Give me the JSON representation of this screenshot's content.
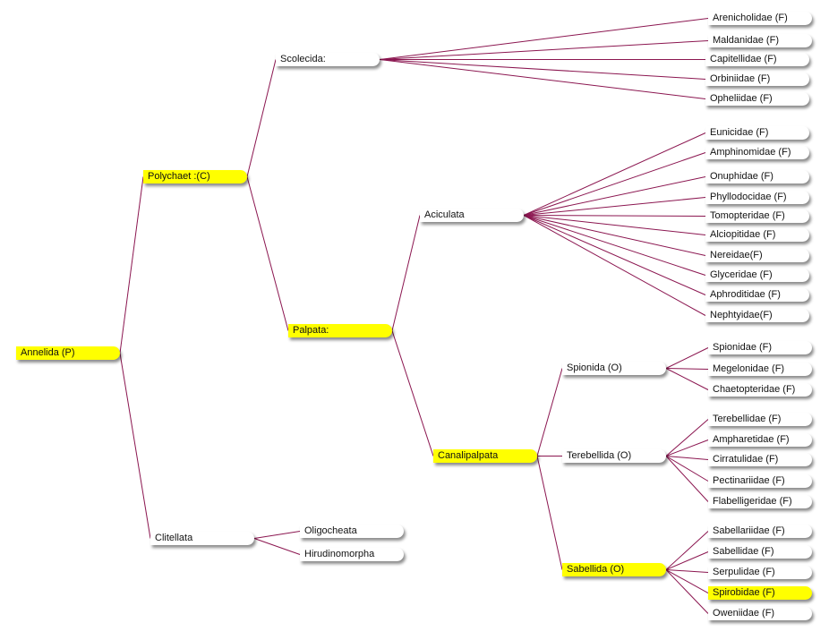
{
  "colors": {
    "node": "#ffffff",
    "highlight": "#ffff00",
    "edge": "#8b1650"
  },
  "tree": {
    "label": "Annelida (P)",
    "highlight": true,
    "children": [
      {
        "label": "Polychaet :(C)",
        "highlight": true,
        "children": [
          {
            "label": "Scolecida:",
            "children": [
              {
                "label": "Arenicholidae (F)"
              },
              {
                "label": "Maldanidae (F)"
              },
              {
                "label": "Capitellidae (F)"
              },
              {
                "label": "Orbiniidae (F)"
              },
              {
                "label": "Opheliidae (F)"
              }
            ]
          },
          {
            "label": "Palpata:",
            "highlight": true,
            "children": [
              {
                "label": "Aciculata",
                "children": [
                  {
                    "label": "Eunicidae (F)"
                  },
                  {
                    "label": "Amphinomidae (F)"
                  },
                  {
                    "label": "Onuphidae (F)"
                  },
                  {
                    "label": "Phyllodocidae (F)"
                  },
                  {
                    "label": "Tomopteridae (F)"
                  },
                  {
                    "label": "Alciopitidae (F)"
                  },
                  {
                    "label": "Nereidae(F)"
                  },
                  {
                    "label": "Glyceridae (F)"
                  },
                  {
                    "label": "Aphroditidae (F)"
                  },
                  {
                    "label": "Nephtyidae(F)"
                  }
                ]
              },
              {
                "label": "Canalipalpata",
                "highlight": true,
                "children": [
                  {
                    "label": "Spionida (O)",
                    "children": [
                      {
                        "label": "Spionidae (F)"
                      },
                      {
                        "label": "Megelonidae (F)"
                      },
                      {
                        "label": "Chaetopteridae (F)"
                      }
                    ]
                  },
                  {
                    "label": "Terebellida (O)",
                    "children": [
                      {
                        "label": "Terebellidae (F)"
                      },
                      {
                        "label": "Ampharetidae (F)"
                      },
                      {
                        "label": "Cirratulidae (F)"
                      },
                      {
                        "label": "Pectinariidae (F)"
                      },
                      {
                        "label": "Flabelligeridae (F)"
                      }
                    ]
                  },
                  {
                    "label": "Sabellida (O)",
                    "highlight": true,
                    "children": [
                      {
                        "label": "Sabellariidae (F)"
                      },
                      {
                        "label": "Sabellidae (F)"
                      },
                      {
                        "label": "Serpulidae (F)"
                      },
                      {
                        "label": "Spirobidae (F)",
                        "highlight": true
                      },
                      {
                        "label": "Oweniidae (F)"
                      }
                    ]
                  }
                ]
              }
            ]
          }
        ]
      },
      {
        "label": "Clitellata",
        "children": [
          {
            "label": "Oligocheata"
          },
          {
            "label": "Hirudinomorpha"
          }
        ]
      }
    ]
  }
}
